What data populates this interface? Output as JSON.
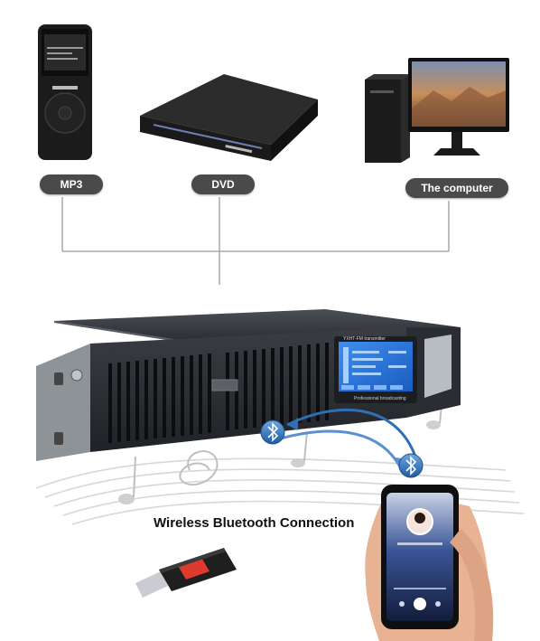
{
  "sources": {
    "mp3_label": "MP3",
    "dvd_label": "DVD",
    "computer_label": "The computer"
  },
  "transmitter": {
    "screen_title": "YXHT-FM transmitter",
    "screen_footer": "Professional broadcasting"
  },
  "caption": "Wireless Bluetooth Connection",
  "colors": {
    "connector_line": "#9a9a9a",
    "label_bg": "#4a4a4a",
    "bluetooth_blue": "#2f6fb4",
    "chassis_dark": "#2b2e33",
    "screen_blue": "#1f6fd1",
    "usb_red": "#e03a2f"
  },
  "icons": [
    "mp3-player-icon",
    "dvd-player-icon",
    "desktop-computer-icon",
    "bluetooth-icon",
    "usb-dongle-icon",
    "smartphone-icon",
    "music-note-icon"
  ]
}
